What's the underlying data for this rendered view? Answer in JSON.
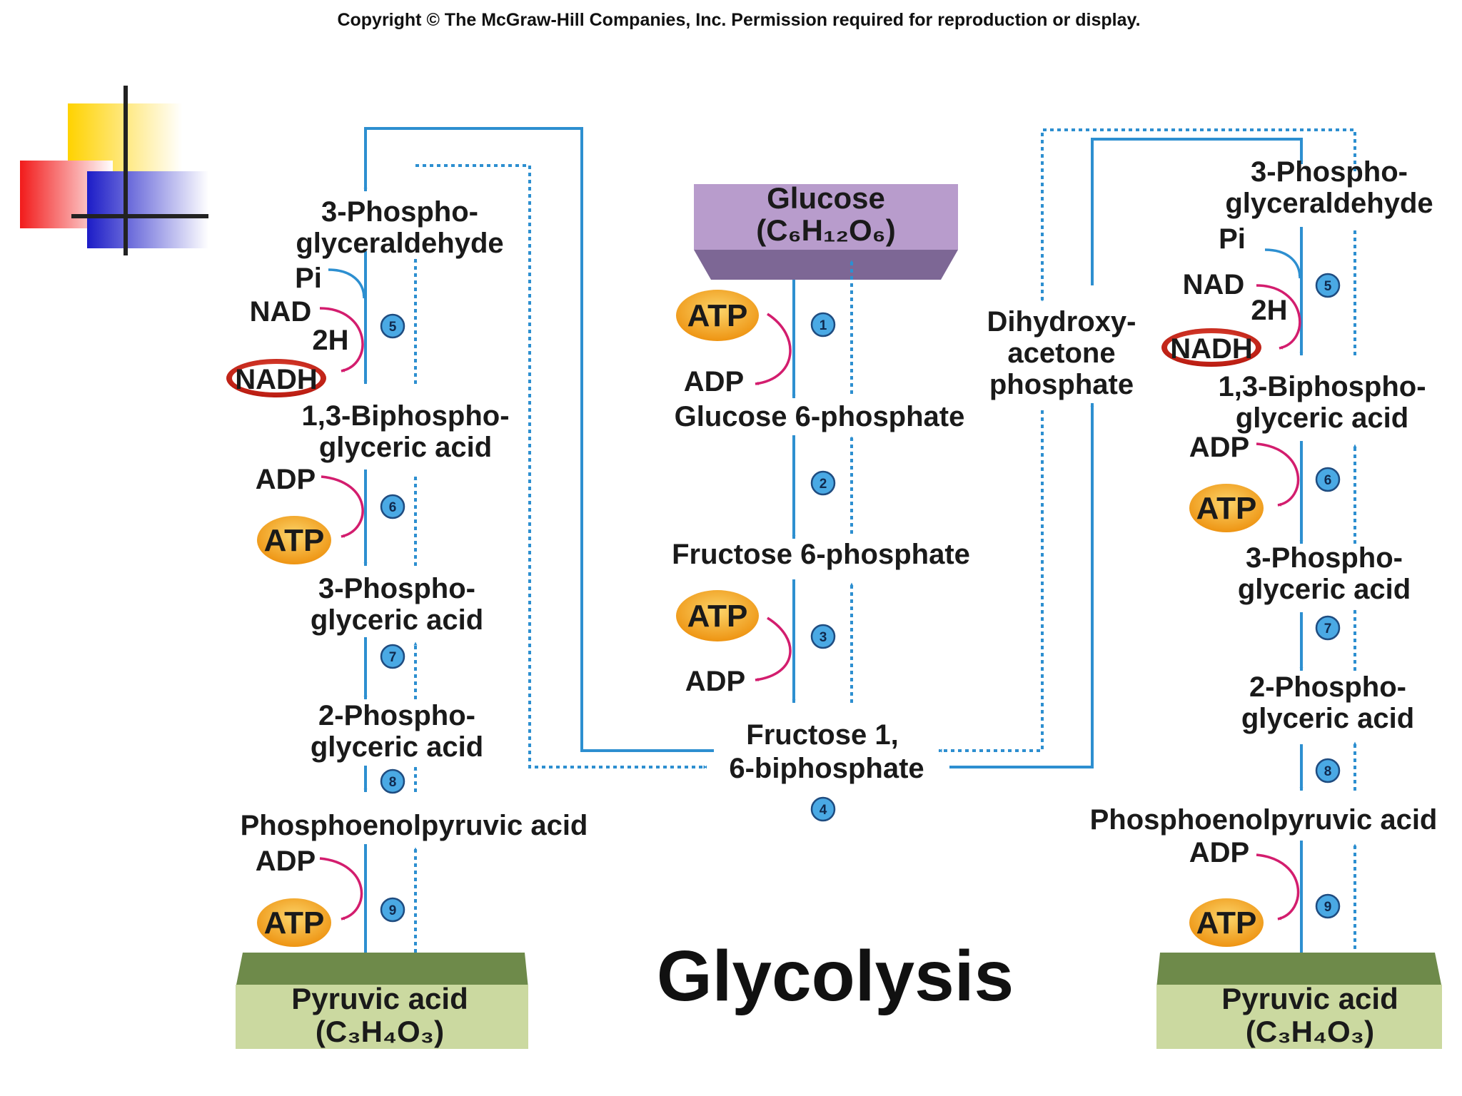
{
  "copyright": "Copyright © The McGraw-Hill Companies, Inc. Permission required for reproduction or display.",
  "title": "Glycolysis",
  "colors": {
    "arrow": "#2d8fd0",
    "cofactor_arrow": "#d31d6e",
    "atp_fill": "#f4a21b",
    "nadh_fill": "#d5281c",
    "glucose_box": "#b89ccc",
    "pyruvic_box": "#cbd9a0",
    "step_badge": "#4aa9e4"
  },
  "cofactors": {
    "atp": "ATP",
    "adp": "ADP",
    "nad": "NAD",
    "nadh": "NADH",
    "h2": "2H",
    "pi": "Pi"
  },
  "center": {
    "glucose": {
      "name": "Glucose",
      "formula": "(C₆H₁₂O₆)"
    },
    "glucose_6_phosphate": "Glucose 6-phosphate",
    "fructose_6_phosphate": "Fructose 6-phosphate",
    "fructose_bp_line1": "Fructose 1,",
    "fructose_bp_line2": "6-biphosphate",
    "dhap_line1": "Dihydroxy-",
    "dhap_line2": "acetone",
    "dhap_line3": "phosphate"
  },
  "branch": {
    "g3p_line1": "3-Phospho-",
    "g3p_line2": "glyceraldehyde",
    "bpg_line1": "1,3-Biphospho-",
    "bpg_line2": "glyceric acid",
    "pg3_line1": "3-Phospho-",
    "pg3_line2": "glyceric acid",
    "pg2_line1": "2-Phospho-",
    "pg2_line2": "glyceric acid",
    "pep": "Phosphoenolpyruvic acid",
    "pyruvic_name": "Pyruvic acid",
    "pyruvic_formula": "(C₃H₄O₃)"
  },
  "steps": [
    "1",
    "2",
    "3",
    "4",
    "5",
    "6",
    "7",
    "8",
    "9"
  ]
}
